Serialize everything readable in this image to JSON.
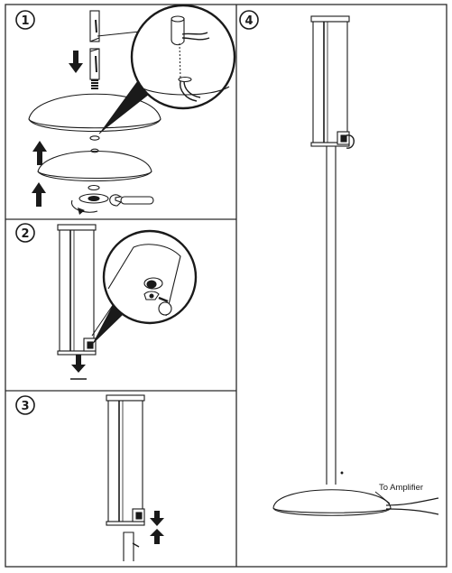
{
  "steps": [
    {
      "number": "1"
    },
    {
      "number": "2"
    },
    {
      "number": "3"
    },
    {
      "number": "4"
    }
  ],
  "callouts": {
    "to_amplifier": "To Amplifier"
  },
  "colors": {
    "line": "#1a1a1a",
    "frame": "#2b2b2b",
    "fill": "#ffffff",
    "shade": "#d9d9d9"
  }
}
